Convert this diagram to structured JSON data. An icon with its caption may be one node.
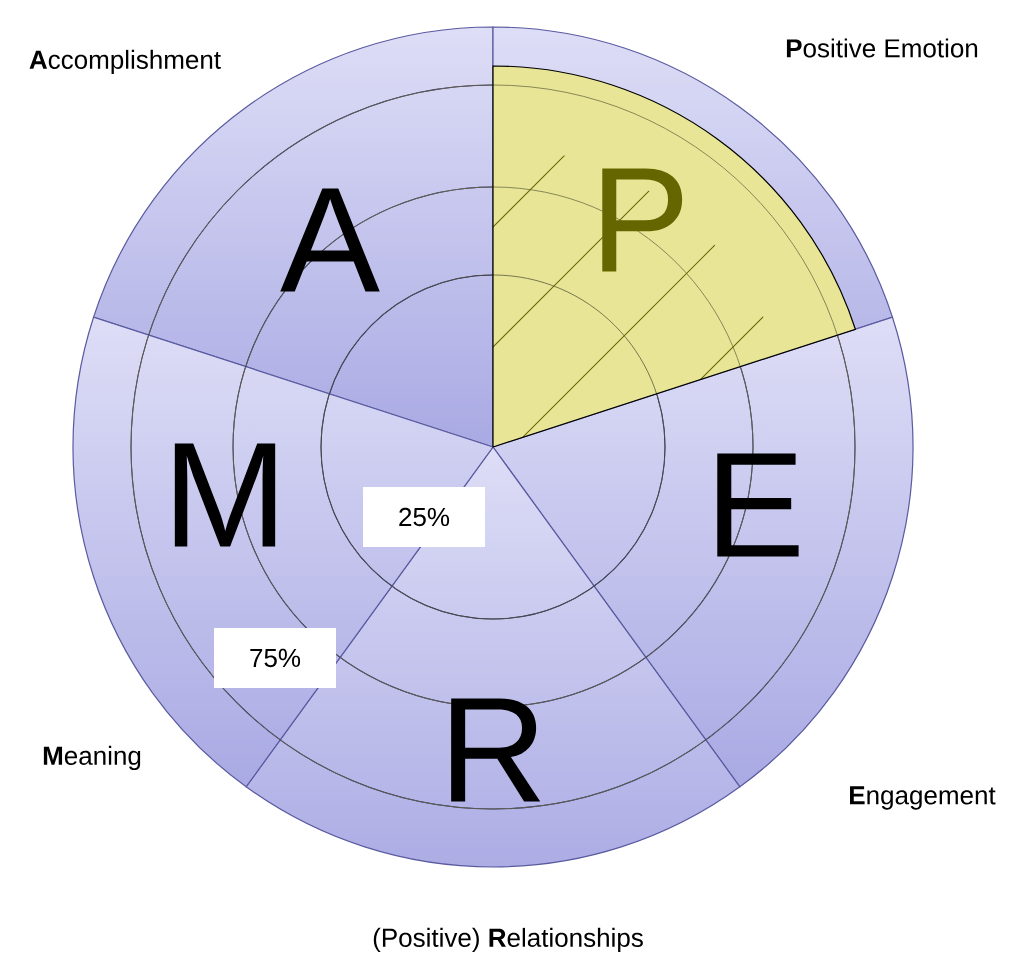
{
  "diagram": {
    "nodes": [
      {
        "text": [
          "A"
        ]
      },
      {
        "text": [
          "P"
        ]
      },
      {
        "text": [
          "E"
        ]
      },
      {
        "text": [
          "R"
        ]
      },
      {
        "text": [
          "M"
        ]
      },
      {
        "text": [
          "25%"
        ]
      },
      {
        "text": [
          "75%"
        ]
      }
    ],
    "labels": [
      "**A**ccomplishment",
      "**P**ositive Emotion",
      "**M**eaning",
      "**E**ngagement",
      "(Positive) **R**elationships"
    ]
  }
}
